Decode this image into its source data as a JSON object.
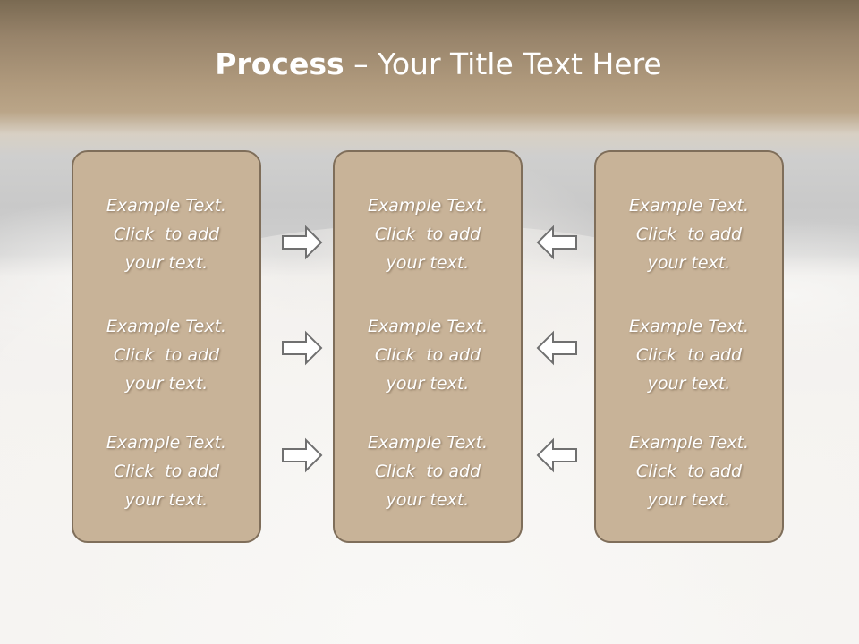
{
  "slide": {
    "title_bold": "Process",
    "title_rest": " – Your Title Text Here"
  },
  "panels": [
    {
      "items": [
        {
          "line1": "Example Text.",
          "line2": "Click  to add",
          "line3": "your text."
        },
        {
          "line1": "Example Text.",
          "line2": "Click  to add",
          "line3": "your text."
        },
        {
          "line1": "Example Text.",
          "line2": "Click  to add",
          "line3": "your text."
        }
      ]
    },
    {
      "items": [
        {
          "line1": "Example Text.",
          "line2": "Click  to add",
          "line3": "your text."
        },
        {
          "line1": "Example Text.",
          "line2": "Click  to add",
          "line3": "your text."
        },
        {
          "line1": "Example Text.",
          "line2": "Click  to add",
          "line3": "your text."
        }
      ]
    },
    {
      "items": [
        {
          "line1": "Example Text.",
          "line2": "Click  to add",
          "line3": "your text."
        },
        {
          "line1": "Example Text.",
          "line2": "Click  to add",
          "line3": "your text."
        },
        {
          "line1": "Example Text.",
          "line2": "Click  to add",
          "line3": "your text."
        }
      ]
    }
  ],
  "arrows": {
    "left_column": "arrow-right-icon",
    "right_column": "arrow-left-icon"
  },
  "colors": {
    "panel_fill": "#c8b398",
    "panel_border": "#7f6e5a",
    "header_band": "#a08a6c",
    "arrow_stroke": "#707070"
  }
}
